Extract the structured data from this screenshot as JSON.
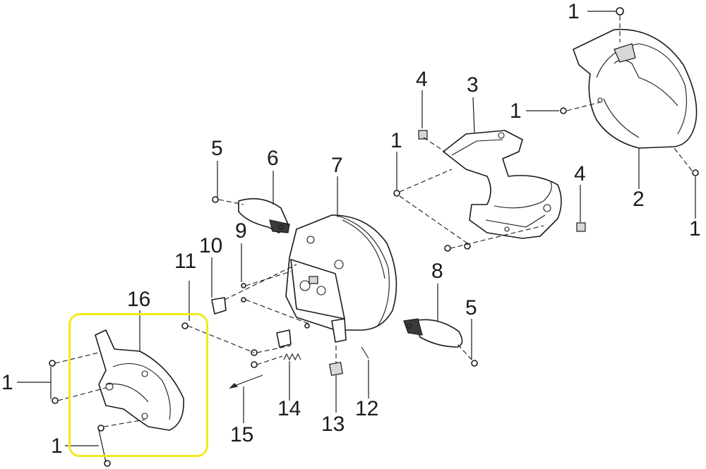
{
  "callouts": {
    "c1_top": "1",
    "c1_shroud_left": "1",
    "c1_shroud_bottom": "1",
    "c1_bracket_left": "1",
    "c1_guard_left": "1",
    "c1_guard_bottom": "1",
    "c2": "2",
    "c3": "3",
    "c4_top": "4",
    "c4_right": "4",
    "c5_top": "5",
    "c5_right": "5",
    "c6": "6",
    "c7": "7",
    "c8": "8",
    "c9": "9",
    "c10": "10",
    "c11": "11",
    "c12": "12",
    "c13": "13",
    "c14": "14",
    "c15": "15",
    "c16": "16"
  },
  "highlight_color": "#f2ea1b",
  "line_color": "#1a1a1a"
}
